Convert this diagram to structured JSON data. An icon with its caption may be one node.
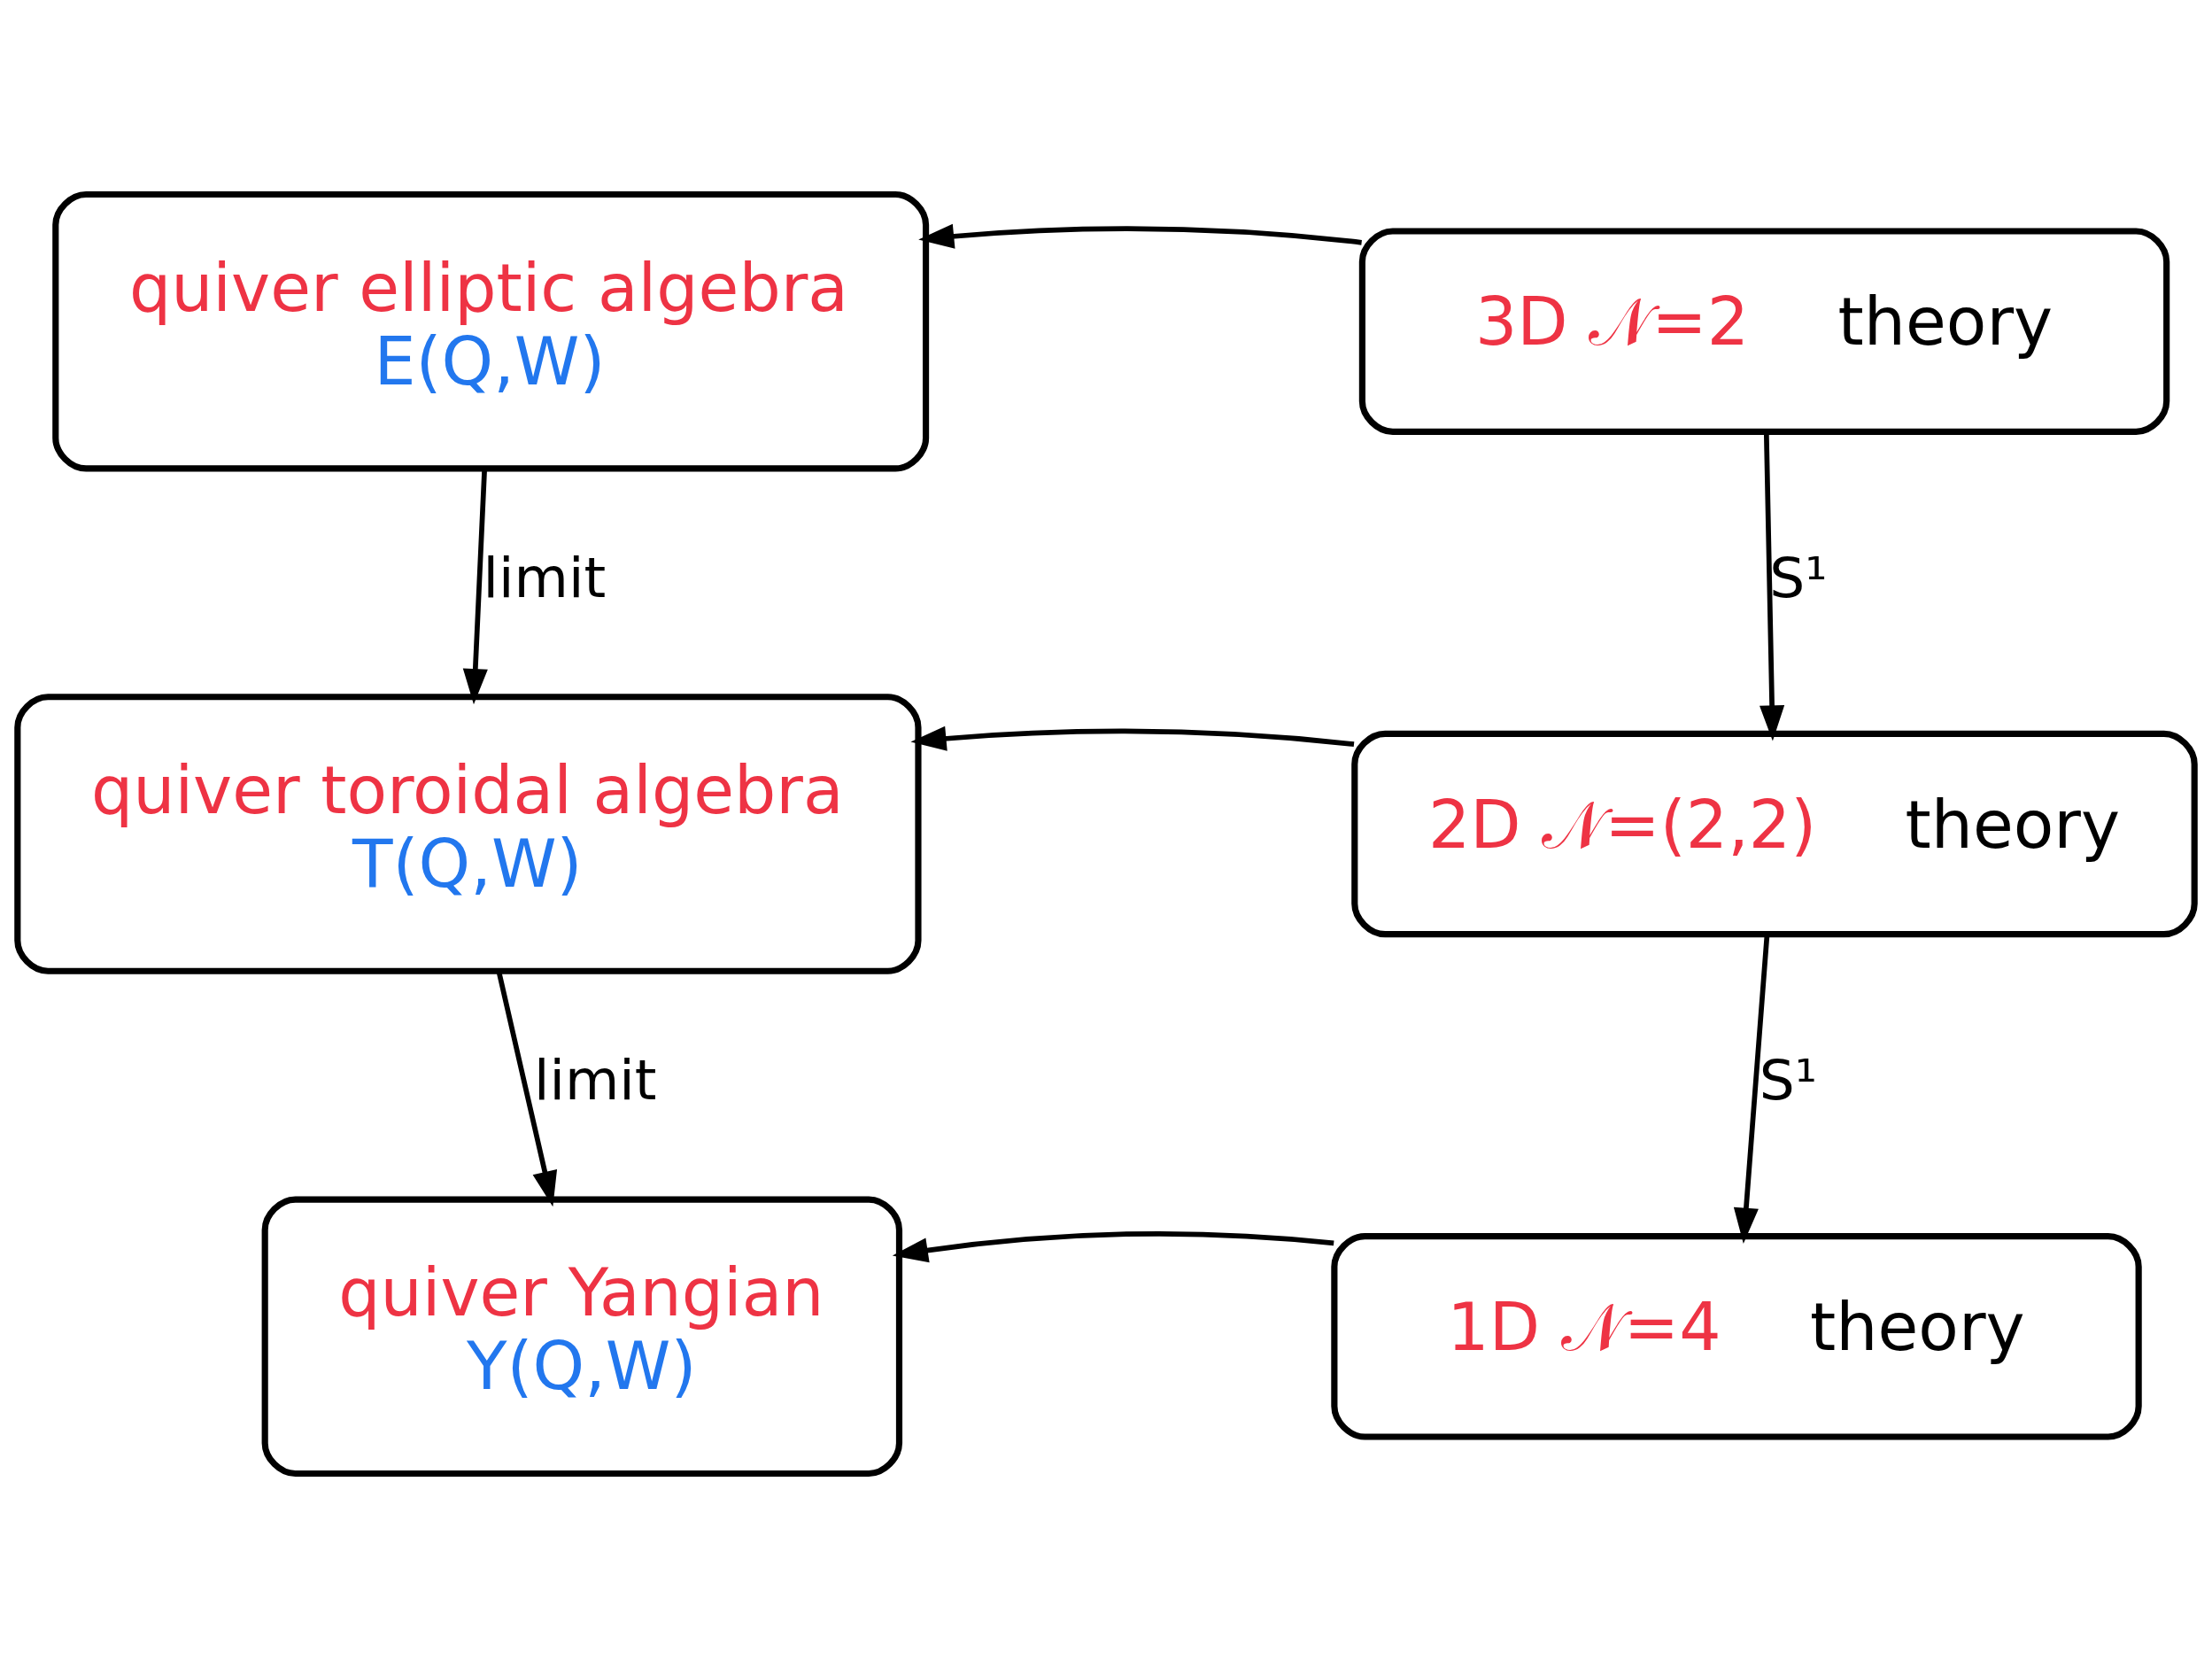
{
  "diagram": {
    "nodes": [
      {
        "text": [
          "quiver elliptic algebra",
          "E(Q,W)"
        ]
      },
      {
        "text": [
          "3D 𝒩=2",
          "theory"
        ]
      },
      {
        "text": [
          "quiver toroidal algebra",
          "T(Q,W)"
        ]
      },
      {
        "text": [
          "2D 𝒩=(2,2)",
          "theory"
        ]
      },
      {
        "text": [
          "quiver Yangian",
          "Y(Q,W)"
        ]
      },
      {
        "text": [
          "1D 𝒩=4",
          "theory"
        ]
      }
    ],
    "edges": [
      {
        "from": 1,
        "to": 0,
        "arrow": "to"
      },
      {
        "from": 0,
        "to": 2,
        "arrow": "to",
        "label": "limit"
      },
      {
        "from": 1,
        "to": 3,
        "arrow": "to",
        "label": "S¹"
      },
      {
        "from": 3,
        "to": 2,
        "arrow": "to"
      },
      {
        "from": 2,
        "to": 4,
        "arrow": "to",
        "label": "limit"
      },
      {
        "from": 3,
        "to": 5,
        "arrow": "to",
        "label": "S¹"
      },
      {
        "from": 5,
        "to": 4,
        "arrow": "to"
      }
    ]
  }
}
